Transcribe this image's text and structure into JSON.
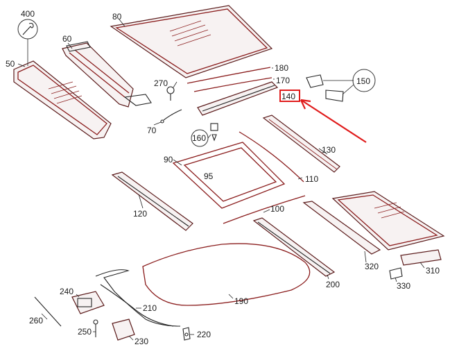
{
  "labels": {
    "p400": "400",
    "p80": "80",
    "p60": "60",
    "p50": "50",
    "p270": "270",
    "p180": "180",
    "p170": "170",
    "p140": "140",
    "p150": "150",
    "p70": "70",
    "p160": "160",
    "p130": "130",
    "p90": "90",
    "p95": "95",
    "p110": "110",
    "p100": "100",
    "p120": "120",
    "p320": "320",
    "p310": "310",
    "p330": "330",
    "p200": "200",
    "p190": "190",
    "p240": "240",
    "p210": "210",
    "p260": "260",
    "p250": "250",
    "p230": "230",
    "p220": "220"
  },
  "colors": {
    "part_outline": "#8a1c1c",
    "highlight": "#e01b1b"
  },
  "highlighted_part": "140"
}
